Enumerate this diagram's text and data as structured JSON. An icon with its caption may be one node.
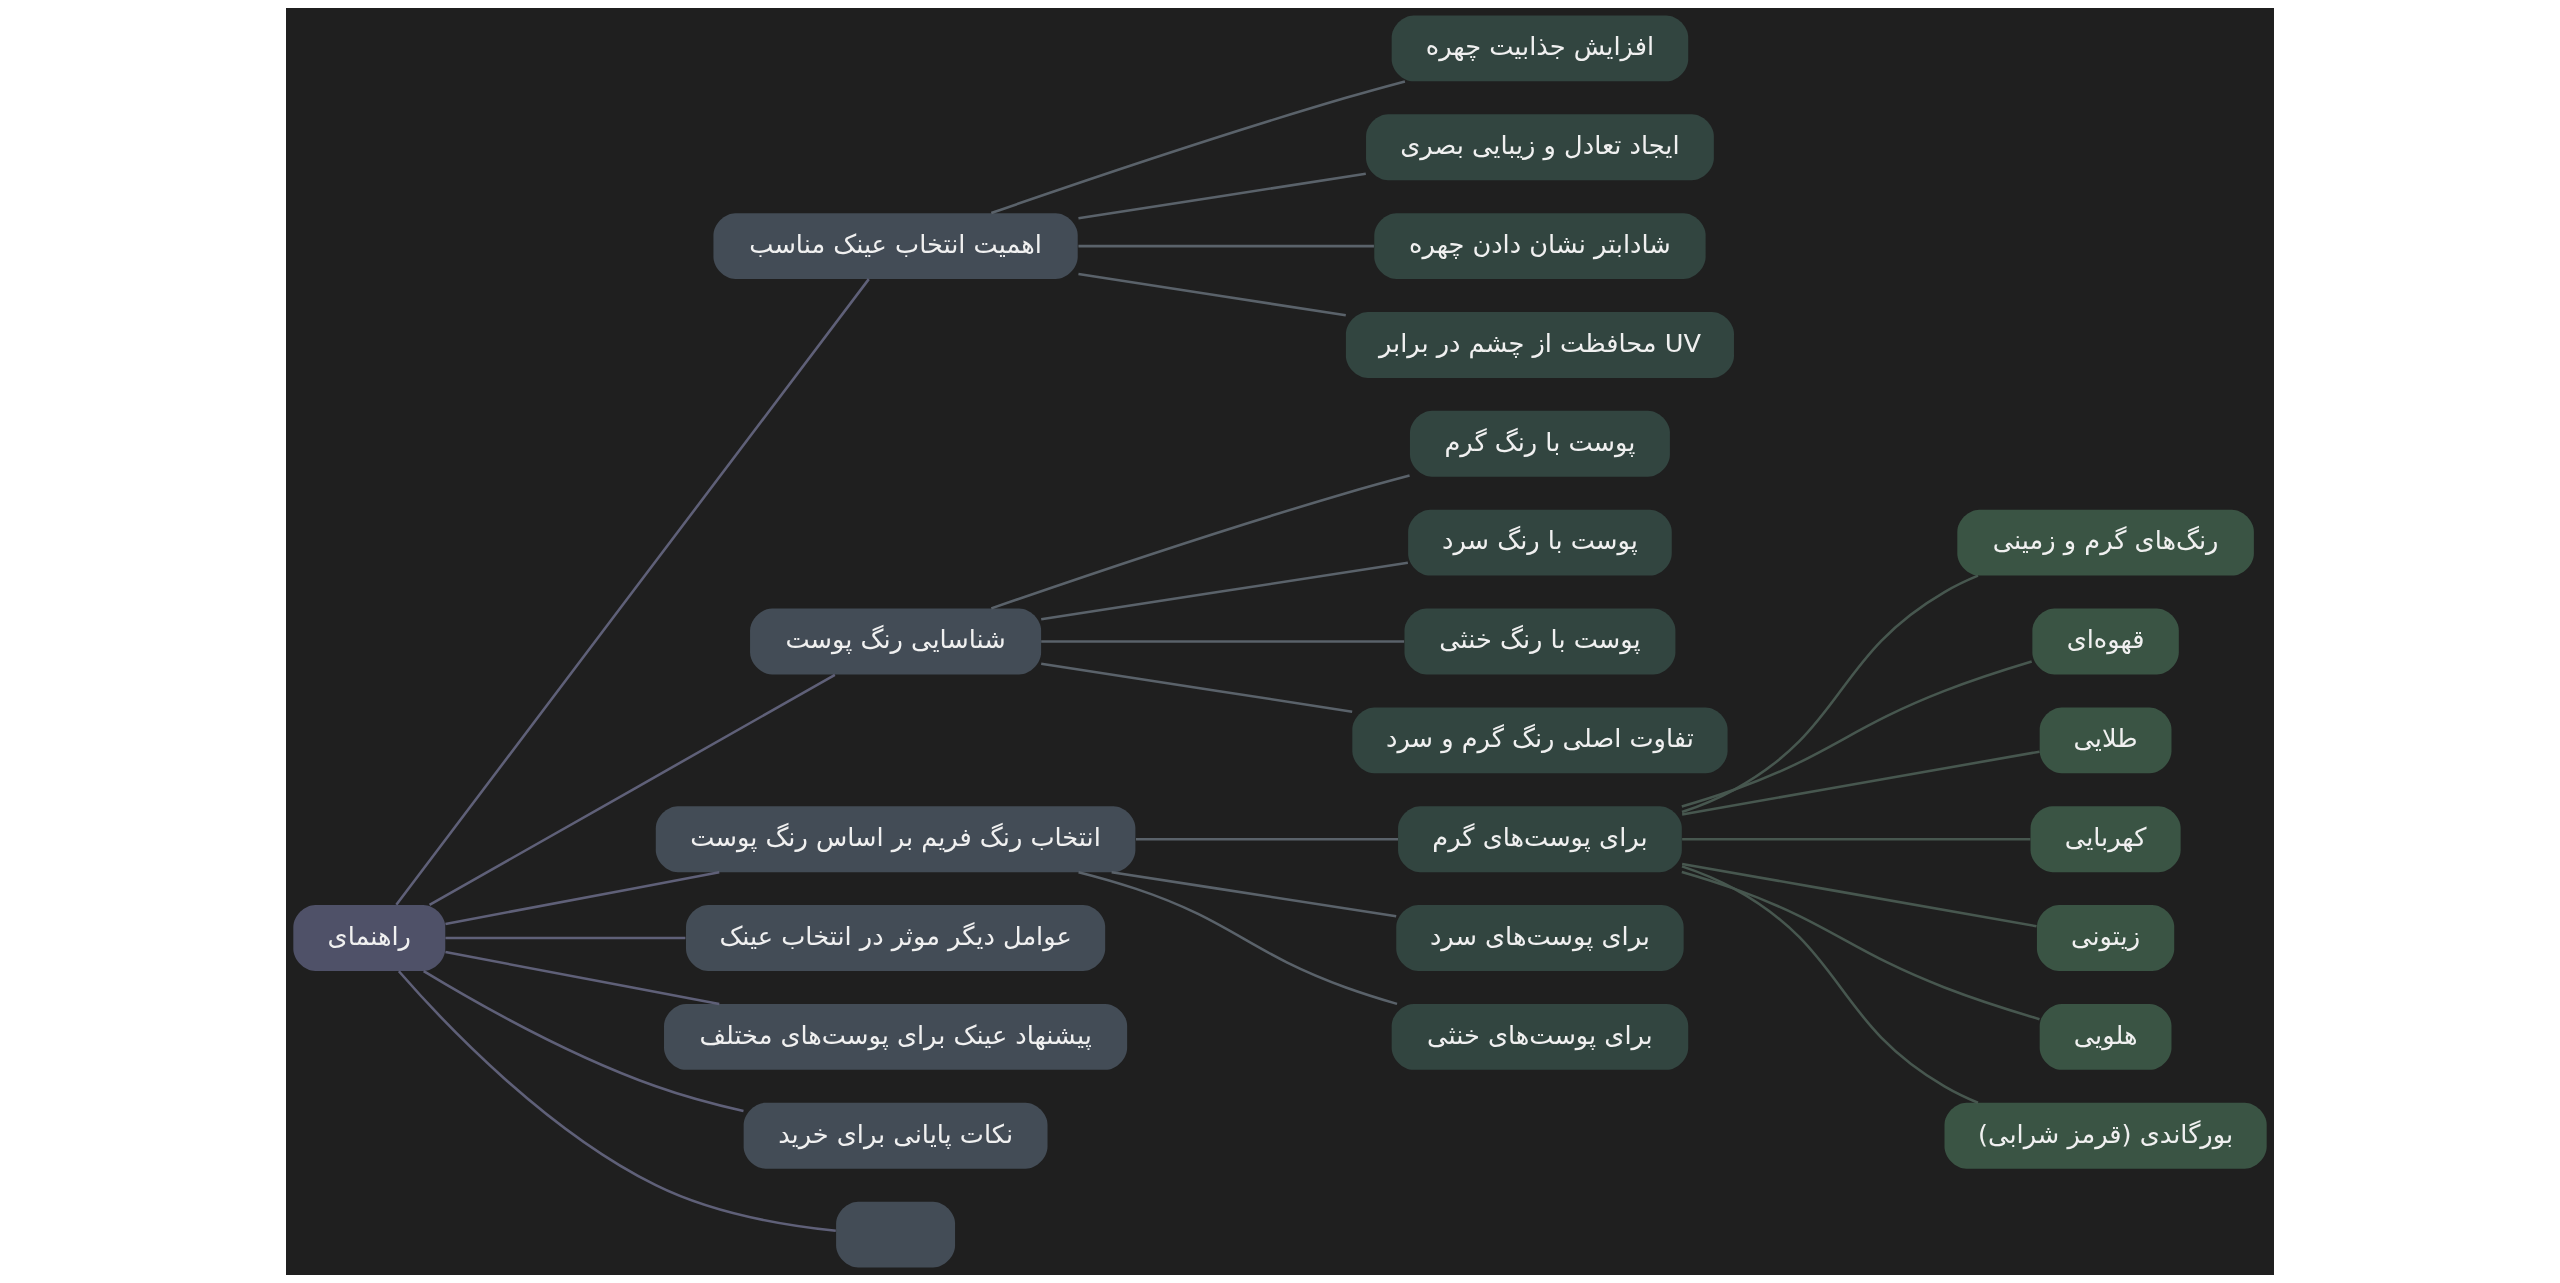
{
  "diagram": {
    "nodes": [
      {
        "text": [
          "راهنمای"
        ]
      },
      {
        "text": [
          "اهمیت انتخاب عینک مناسب"
        ]
      },
      {
        "text": [
          "افزایش جذابیت چهره"
        ]
      },
      {
        "text": [
          "ایجاد تعادل و زیبایی بصری"
        ]
      },
      {
        "text": [
          "شادابتر نشان دادن چهره"
        ]
      },
      {
        "text": [
          "محافظت از چشم در برابر UV"
        ]
      },
      {
        "text": [
          "شناسایی رنگ پوست"
        ]
      },
      {
        "text": [
          "پوست با رنگ گرم"
        ]
      },
      {
        "text": [
          "پوست با رنگ سرد"
        ]
      },
      {
        "text": [
          "پوست با رنگ خنثی"
        ]
      },
      {
        "text": [
          "تفاوت اصلی رنگ گرم و سرد"
        ]
      },
      {
        "text": [
          "انتخاب رنگ فریم بر اساس رنگ پوست"
        ]
      },
      {
        "text": [
          "برای پوست‌های گرم"
        ]
      },
      {
        "text": [
          "رنگ‌های گرم و زمینی"
        ]
      },
      {
        "text": [
          "قهوه‌ای"
        ]
      },
      {
        "text": [
          "طلایی"
        ]
      },
      {
        "text": [
          "کهربایی"
        ]
      },
      {
        "text": [
          "زیتونی"
        ]
      },
      {
        "text": [
          "هلویی"
        ]
      },
      {
        "text": [
          "بورگاندی (قرمز شرابی)"
        ]
      },
      {
        "text": [
          "برای پوست‌های سرد"
        ]
      },
      {
        "text": [
          "برای پوست‌های خنثی"
        ]
      },
      {
        "text": [
          "عوامل دیگر موثر در انتخاب عینک"
        ]
      },
      {
        "text": [
          "پیشنهاد عینک برای پوست‌های مختلف"
        ]
      },
      {
        "text": [
          "نکات پایانی برای خرید"
        ]
      },
      {
        "text": [],
        "shape": "box"
      }
    ],
    "edges": [
      {
        "from": 0,
        "to": 1,
        "arrow": "none",
        "color": "#5f6078"
      },
      {
        "from": 1,
        "to": 2,
        "arrow": "none"
      },
      {
        "from": 1,
        "to": 3,
        "arrow": "none"
      },
      {
        "from": 1,
        "to": 4,
        "arrow": "none"
      },
      {
        "from": 1,
        "to": 5,
        "arrow": "none"
      },
      {
        "from": 0,
        "to": 6,
        "arrow": "none",
        "color": "#5f6078"
      },
      {
        "from": 6,
        "to": 7,
        "arrow": "none"
      },
      {
        "from": 6,
        "to": 8,
        "arrow": "none"
      },
      {
        "from": 6,
        "to": 9,
        "arrow": "none"
      },
      {
        "from": 6,
        "to": 10,
        "arrow": "none"
      },
      {
        "from": 0,
        "to": 11,
        "arrow": "none",
        "color": "#5f6078"
      },
      {
        "from": 11,
        "to": 12,
        "arrow": "none"
      },
      {
        "from": 12,
        "to": 13,
        "arrow": "none",
        "color": "#47574f"
      },
      {
        "from": 12,
        "to": 14,
        "arrow": "none",
        "color": "#47574f"
      },
      {
        "from": 12,
        "to": 15,
        "arrow": "none",
        "color": "#47574f"
      },
      {
        "from": 12,
        "to": 16,
        "arrow": "none",
        "color": "#47574f"
      },
      {
        "from": 12,
        "to": 17,
        "arrow": "none",
        "color": "#47574f"
      },
      {
        "from": 12,
        "to": 18,
        "arrow": "none",
        "color": "#47574f"
      },
      {
        "from": 12,
        "to": 19,
        "arrow": "none",
        "color": "#47574f"
      },
      {
        "from": 11,
        "to": 20,
        "arrow": "none"
      },
      {
        "from": 11,
        "to": 21,
        "arrow": "none"
      },
      {
        "from": 0,
        "to": 22,
        "arrow": "none",
        "color": "#5f6078"
      },
      {
        "from": 0,
        "to": 23,
        "arrow": "none",
        "color": "#5f6078"
      },
      {
        "from": 0,
        "to": 24,
        "arrow": "none",
        "color": "#5f6078"
      },
      {
        "from": 0,
        "to": 25,
        "arrow": "none",
        "color": "#5f6078"
      }
    ]
  }
}
